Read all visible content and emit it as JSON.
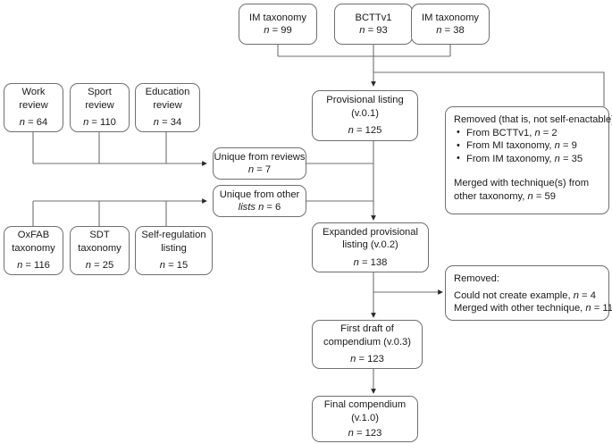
{
  "figure": {
    "type": "flowchart",
    "title": "Compendium development flow diagram",
    "line_color": "#6d6f71",
    "text_color": "#1a1a1a",
    "background": "#ffffff"
  },
  "nodes": {
    "im_taxonomy_99": {
      "line1": "IM taxonomy",
      "line2_prefix": "n",
      "line2_value": " = 99"
    },
    "bcttv1_93": {
      "line1": "BCTTv1",
      "line2_prefix": "n",
      "line2_value": " = 93"
    },
    "im_taxonomy_38": {
      "line1": "IM taxonomy",
      "line2_prefix": "n",
      "line2_value": " = 38"
    },
    "work_review": {
      "line1": "Work",
      "line2": "review",
      "line3_prefix": "n",
      "line3_value": " = 64"
    },
    "sport_review": {
      "line1": "Sport",
      "line2": "review",
      "line3_prefix": "n",
      "line3_value": " = 110"
    },
    "education_review": {
      "line1": "Education",
      "line2": "review",
      "line3_prefix": "n",
      "line3_value": " = 34"
    },
    "oxfab_taxonomy": {
      "line1": "OxFAB",
      "line2": "taxonomy",
      "line3_prefix": "n",
      "line3_value": " = 116"
    },
    "sdt_taxonomy": {
      "line1": "SDT",
      "line2": "taxonomy",
      "line3_prefix": "n",
      "line3_value": " = 25"
    },
    "self_regulation_listing": {
      "line1": "Self-regulation",
      "line2": "listing",
      "line3_prefix": "n",
      "line3_value": " = 15"
    },
    "unique_from_reviews": {
      "line1": "Unique from reviews",
      "line2_prefix": "n",
      "line2_value": " = 7"
    },
    "unique_from_other_lists": {
      "line1": "Unique from other",
      "line2_prefix": "lists n",
      "line2_value": " = 6"
    },
    "provisional_listing": {
      "line1": "Provisional listing",
      "line2": "(v.0.1)",
      "line3_prefix": "n",
      "line3_value": " = 125"
    },
    "expanded_provisional_listing": {
      "line1": "Expanded provisional",
      "line2": "listing (v.0.2)",
      "line3_prefix": "n",
      "line3_value": " = 138"
    },
    "first_draft_compendium": {
      "line1": "First draft of",
      "line2": "compendium (v.0.3)",
      "line3_prefix": "n",
      "line3_value": " = 123"
    },
    "final_compendium": {
      "line1": "Final compendium",
      "line2": "(v.1.0)",
      "line3_prefix": "n",
      "line3_value": " = 123"
    },
    "removed_not_self_enactable": {
      "heading": "Removed (that is, not self-enactable):",
      "bullets": [
        {
          "text": "From BCTTv1, ",
          "italic": "n",
          "value": " = 2"
        },
        {
          "text": "From MI taxonomy, ",
          "italic": "n",
          "value": " = 9"
        },
        {
          "text": "From IM taxonomy, ",
          "italic": "n",
          "value": " = 35"
        }
      ],
      "footer_line1": "Merged with technique(s) from",
      "footer_line2_prefix": "other taxonomy, ",
      "footer_line2_italic": "n",
      "footer_line2_value": " = 59"
    },
    "removed_examples": {
      "heading": "Removed:",
      "line1_prefix": "Could not create example, ",
      "line1_italic": "n",
      "line1_value": " = 4",
      "line2_prefix": "Merged with other technique, ",
      "line2_italic": "n",
      "line2_value": " = 11"
    }
  }
}
